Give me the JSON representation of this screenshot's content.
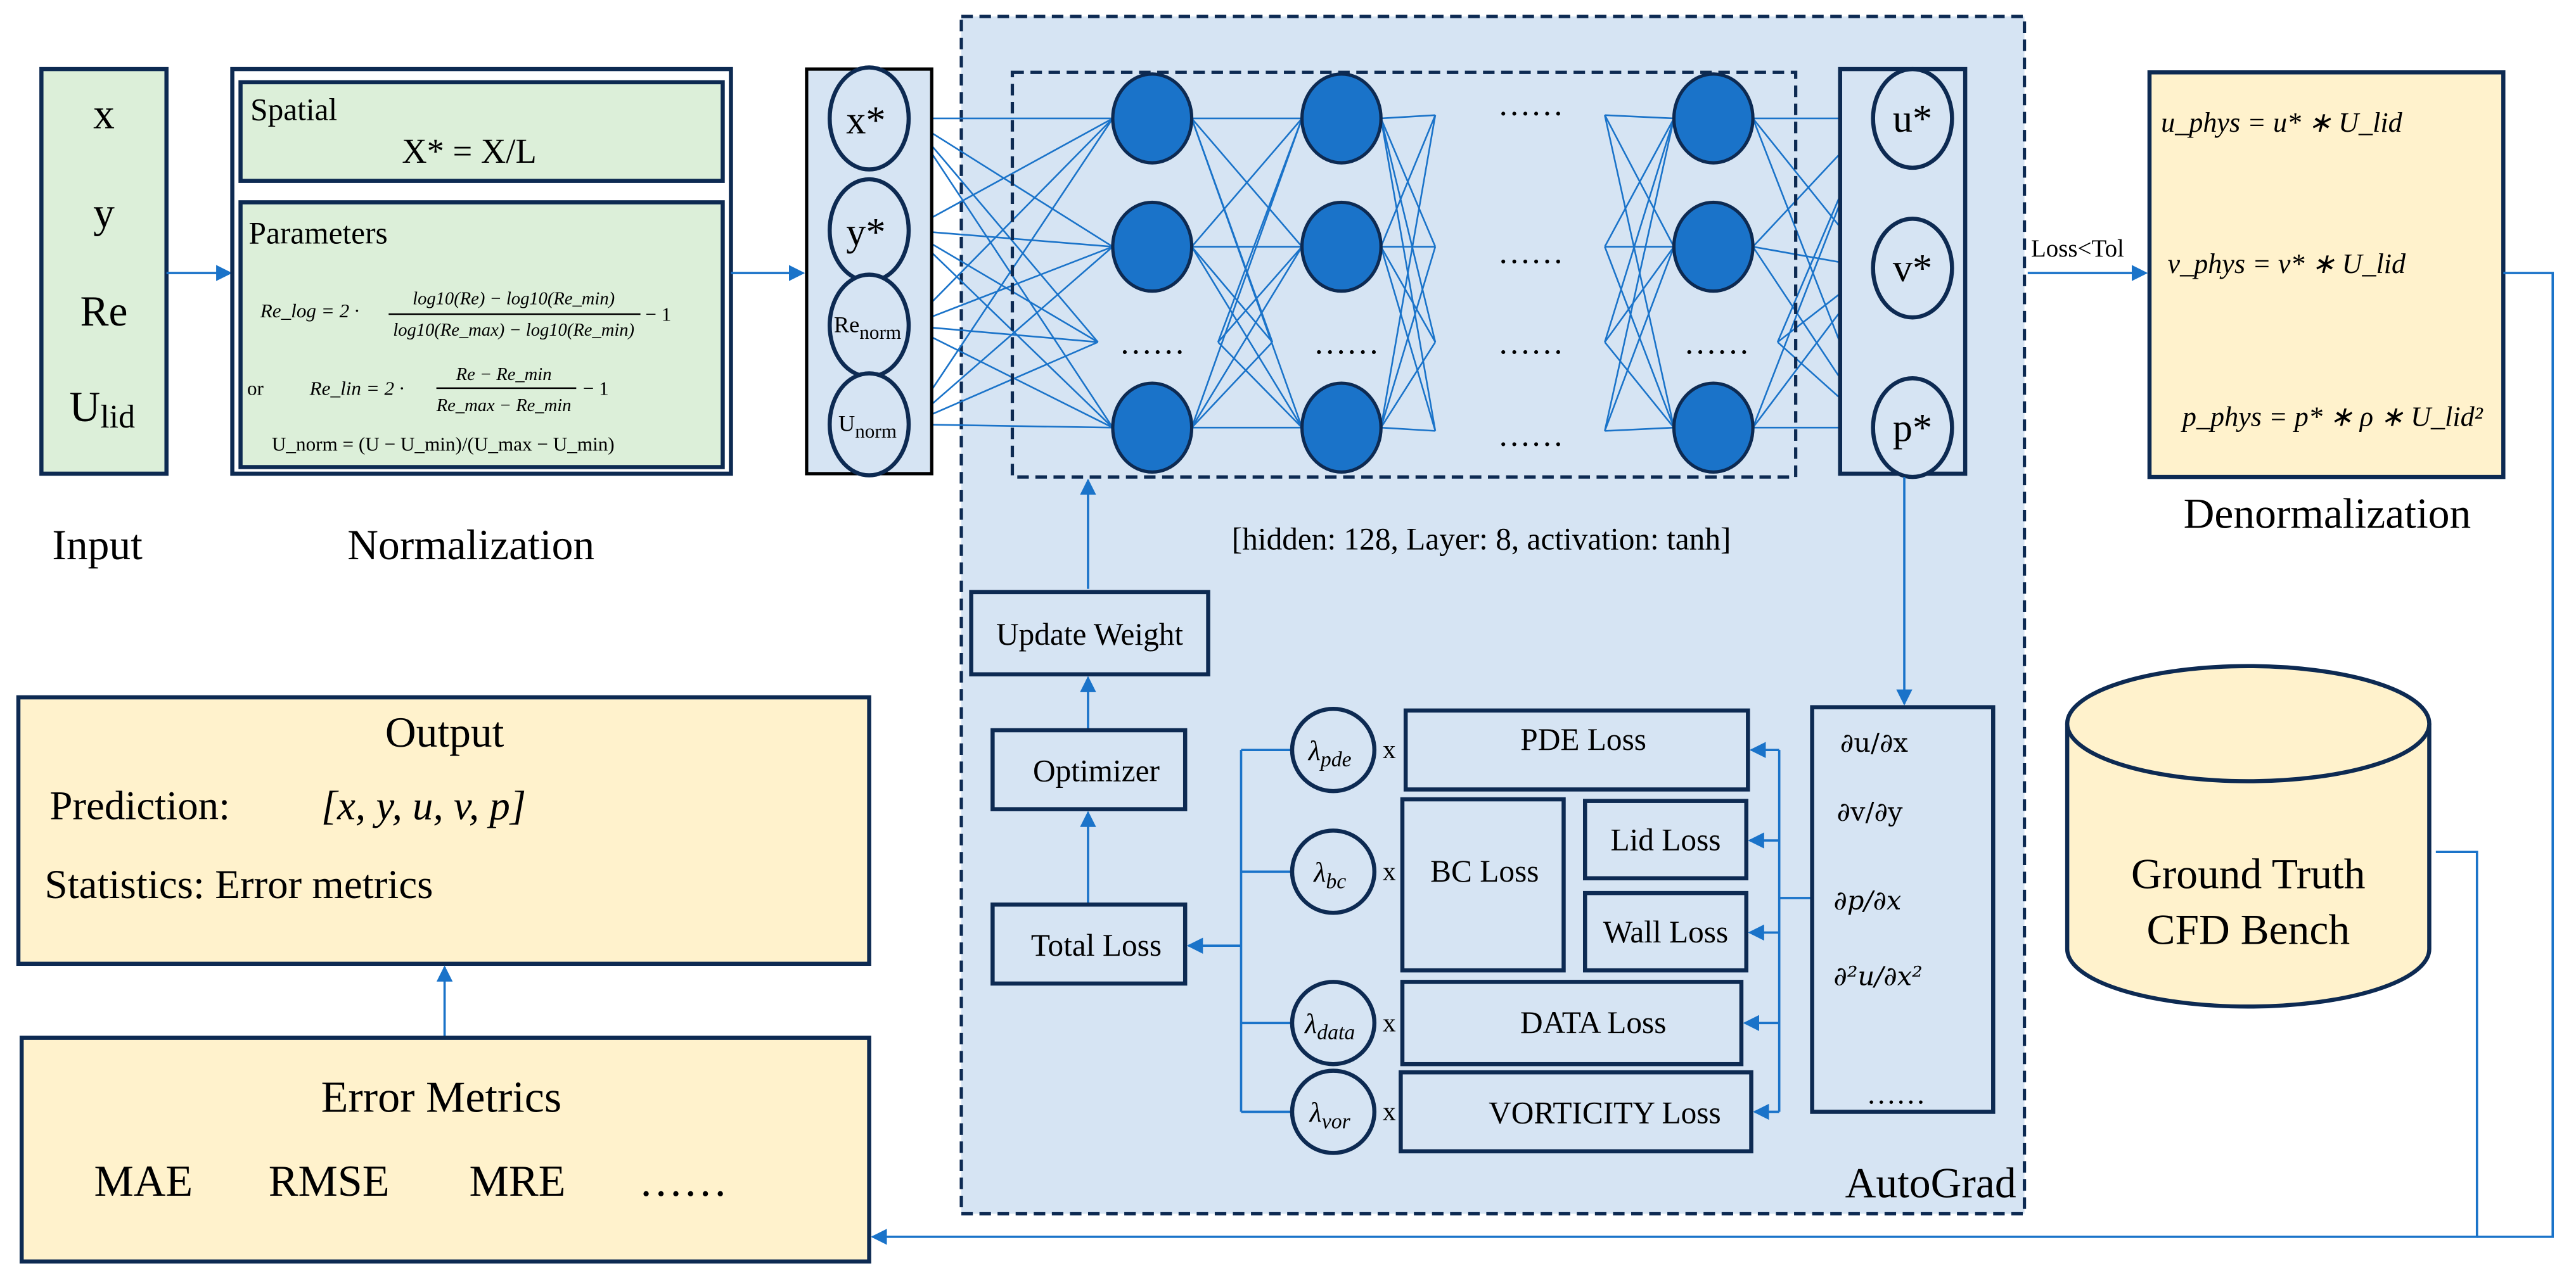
{
  "colors": {
    "green_fill": "#dcefd9",
    "yellow_fill": "#fff2cc",
    "blue_panel": "#d6e4f3",
    "node_fill": "#1a73c9",
    "border": "#0d2a52",
    "arrow": "#1a73c9"
  },
  "input": {
    "label": "Input",
    "vars": [
      "x",
      "y",
      "Re",
      "U"
    ],
    "ulid_sub": "lid"
  },
  "normalization": {
    "label": "Normalization",
    "spatial_title": "Spatial",
    "spatial_formula": "X* = X/L",
    "params_title": "Parameters",
    "re_log_lhs": "Re_log = 2 ·",
    "re_log_num": "log10(Re) − log10(Re_min)",
    "re_log_den": "log10(Re_max) − log10(Re_min)",
    "re_log_tail": "− 1",
    "or_label": "or",
    "re_lin_lhs": "Re_lin = 2 ·",
    "re_lin_num": "Re − Re_min",
    "re_lin_den": "Re_max − Re_min",
    "re_lin_tail": "− 1",
    "u_norm": "U_norm = (U − U_min)/(U_max − U_min)"
  },
  "network": {
    "inputs": [
      "x*",
      "y*",
      "Re_norm",
      "U_norm"
    ],
    "outputs": [
      "u*",
      "v*",
      "p*"
    ],
    "ellipsis": "……",
    "config": "[hidden: 128,  Layer: 8,  activation: tanh]",
    "autograd_label": "AutoGrad"
  },
  "training": {
    "update_weight": "Update Weight",
    "optimizer": "Optimizer",
    "total_loss": "Total Loss",
    "lambdas": [
      "λpde",
      "λbc",
      "λdata",
      "λvor"
    ],
    "lambda_subs": [
      "pde",
      "bc",
      "data",
      "vor"
    ],
    "times": "x",
    "pde_loss": "PDE Loss",
    "bc_loss": "BC Loss",
    "lid_loss": "Lid Loss",
    "wall_loss": "Wall Loss",
    "data_loss": "DATA Loss",
    "vorticity_loss": "VORTICITY Loss",
    "derivatives": [
      "∂u/∂x",
      "∂v/∂y",
      "∂p/∂x",
      "∂²u/∂x²",
      "……"
    ]
  },
  "denormalization": {
    "label": "Denormalization",
    "condition": "Loss<Tol",
    "u_phys": "u_phys = u* ∗ U_lid",
    "v_phys": "v_phys = v* ∗ U_lid",
    "p_phys": "p_phys = p* ∗ ρ ∗ U_lid²"
  },
  "ground_truth": {
    "line1": "Ground Truth",
    "line2": "CFD Bench"
  },
  "output": {
    "title": "Output",
    "prediction_label": "Prediction:",
    "prediction_value": "[x, y, u, v, p]",
    "statistics": "Statistics: Error metrics"
  },
  "error_metrics": {
    "title": "Error Metrics",
    "items": [
      "MAE",
      "RMSE",
      "MRE",
      "……"
    ]
  }
}
